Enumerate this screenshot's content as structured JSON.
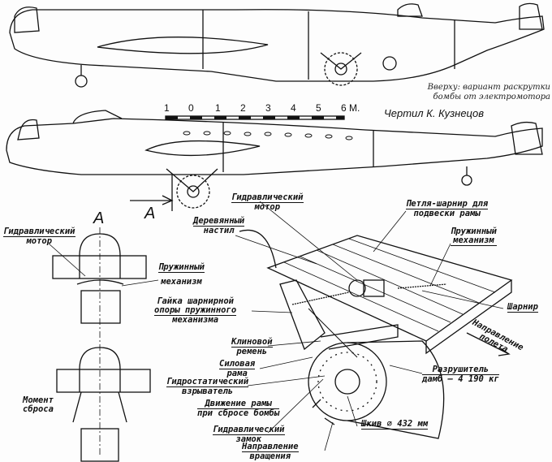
{
  "caption": {
    "line1": "Вверху: вариант раскрутки",
    "line2": "бомбы от электромотора"
  },
  "signature": "Чертил К. Кузнецов",
  "scale": {
    "ticks": [
      "1",
      "0",
      "1",
      "2",
      "3",
      "4",
      "5",
      "6 М."
    ]
  },
  "section_marks": {
    "arrow_label": "A",
    "view_label": "A"
  },
  "labels": {
    "hyd_motor_left": [
      "Гидравлический",
      "мотор"
    ],
    "spring_mech_left": [
      "Пружинный",
      "механизм"
    ],
    "nut": [
      "Гайка шарнирной",
      "опоры пружинного",
      "механизма"
    ],
    "release_moment": [
      "Момент",
      "сброса"
    ],
    "hyd_motor_top": [
      "Гидравлический",
      "мотор"
    ],
    "wood_deck": [
      "Деревянный",
      "настил"
    ],
    "hinge_loop": [
      "Петля-шарнир для",
      "подвески рамы"
    ],
    "spring_mech_right": [
      "Пружинный",
      "механизм"
    ],
    "hinge": "Шарнир",
    "flight_dir": [
      "Направление",
      "полета"
    ],
    "v_belt": [
      "Клиновой",
      "ремень"
    ],
    "frame": [
      "Силовая",
      "рама"
    ],
    "fuze": [
      "Гидростатический",
      "взрыватель"
    ],
    "frame_motion": [
      "Движение рамы",
      "при сбросе бомбы"
    ],
    "hyd_lock": [
      "Гидравлический",
      "замок"
    ],
    "rotation_dir": [
      "Направление",
      "вращения"
    ],
    "pulley": "Шкив ∅ 432 мм",
    "bomb": [
      "Разрушитель",
      "дамб – 4 190 кг"
    ]
  }
}
